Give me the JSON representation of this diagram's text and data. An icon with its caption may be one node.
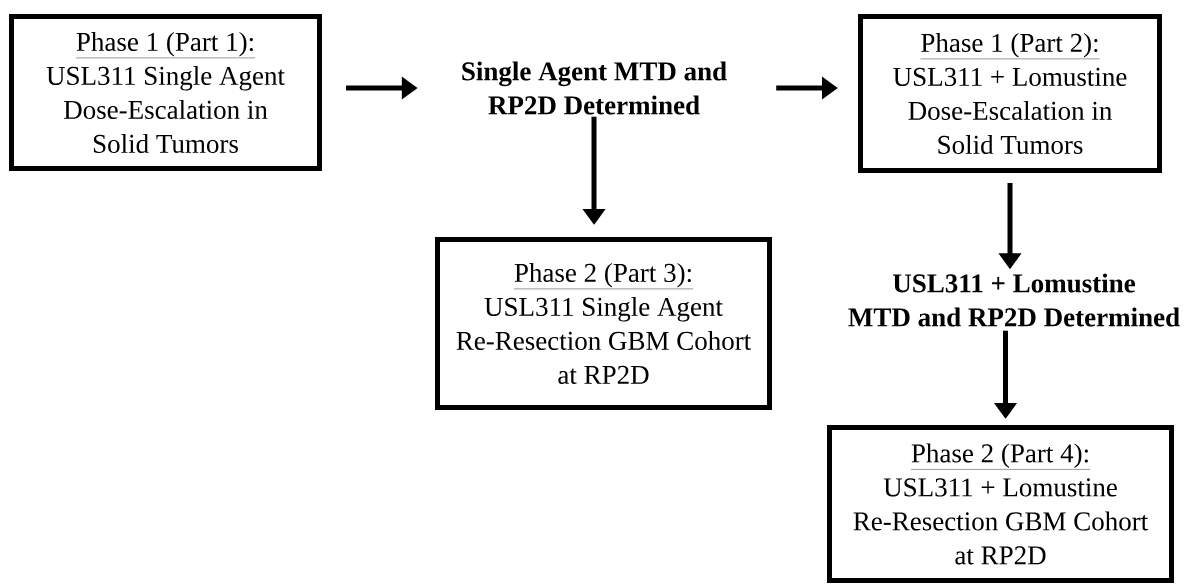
{
  "diagram": {
    "nodes": [
      {
        "text": [
          "Phase 1 (Part 1):",
          "USL311 Single Agent Dose-Escalation in Solid Tumors"
        ]
      },
      {
        "text": [
          "Single Agent MTD and RP2D Determined"
        ]
      },
      {
        "text": [
          "Phase 1 (Part 2):",
          "USL311 + Lomustine Dose-Escalation in Solid Tumors"
        ]
      },
      {
        "text": [
          "Phase 2 (Part 3):",
          "USL311 Single Agent Re-Resection GBM Cohort at RP2D"
        ]
      },
      {
        "text": [
          "USL311 + Lomustine MTD and RP2D Determined"
        ]
      },
      {
        "text": [
          "Phase 2 (Part 4):",
          "USL311 + Lomustine Re-Resection GBM Cohort at RP2D"
        ]
      }
    ],
    "edges": [
      {
        "from": 0,
        "to": 1,
        "arrow": "to"
      },
      {
        "from": 1,
        "to": 2,
        "arrow": "to"
      },
      {
        "from": 1,
        "to": 3,
        "arrow": "to"
      },
      {
        "from": 2,
        "to": 4,
        "arrow": "to"
      },
      {
        "from": 4,
        "to": 5,
        "arrow": "to"
      }
    ]
  }
}
